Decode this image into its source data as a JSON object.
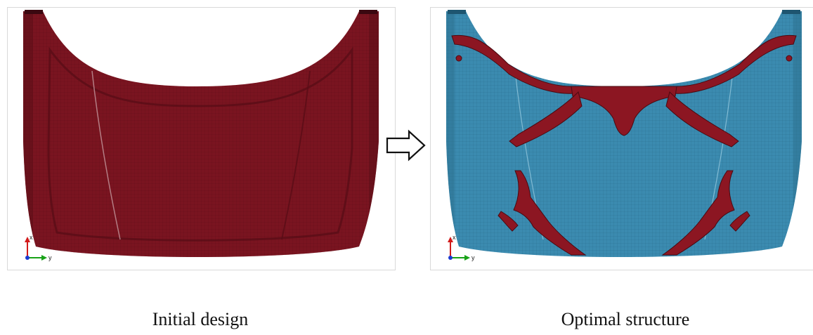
{
  "captions": {
    "left": "Initial design",
    "right": "Optimal structure"
  },
  "axes_triad": {
    "vertical_label": "x",
    "horizontal_label": "y"
  },
  "colors": {
    "initial_panel": "#7a1420",
    "optimal_base": "#3b8bb0",
    "reinforcement": "#8c1622",
    "mesh_dark": "#4a0a12",
    "mesh_light": "#205d78",
    "axis_x": "#d21a1a",
    "axis_y": "#18a218",
    "axis_z": "#1a3ad2"
  }
}
